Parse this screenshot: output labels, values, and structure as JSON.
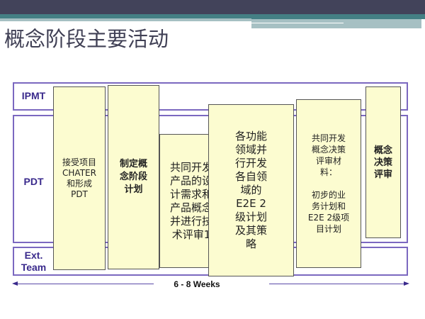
{
  "title": "概念阶段主要活动",
  "rows": {
    "ipmt": "IPMT",
    "pdt": "PDT",
    "ext": "Ext.\nTeam"
  },
  "boxes": [
    "接受项目\nCHATER\n和形成\nPDT",
    "制定概\n念阶段\n计划",
    "共同开发\n产品的设\n计需求和\n产品概念\n并进行技\n术评审1",
    "各功能\n领域并\n行开发\n各自领\n域的\nE2E 2\n级计划\n及其策\n略",
    "共同开发\n概念决策\n评审材\n料：\n\n初步的业\n务计划和\nE2E 2级项\n目计划",
    "概念\n决策\n评审"
  ],
  "duration": "6 - 8 Weeks",
  "colors": {
    "header": "#42435a",
    "teal": "#447f84",
    "border": "#7b68c0",
    "box": "#fcfcd0"
  }
}
